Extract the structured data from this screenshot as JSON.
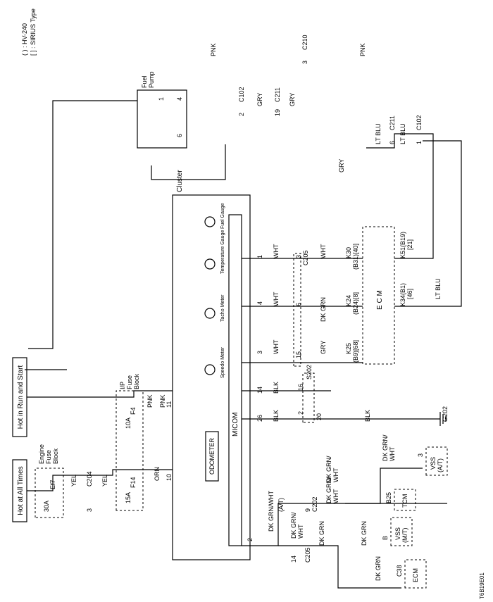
{
  "legend": {
    "round": "( ) : HV-240",
    "square": "[ ] : SIRIUS Type"
  },
  "sources": {
    "hot_at_all_times": "Hot at All Times",
    "hot_in_run_start": "Hot in Run and Start"
  },
  "engine_fuse_block": {
    "label_l1": "Engine",
    "label_l2": "Fuse",
    "label_l3": "Block",
    "fuse_id": "Ef7",
    "fuse_amp": "30A"
  },
  "ip_fuse_block": {
    "label_l1": "I/P",
    "label_l2": "Fuse",
    "label_l3": "Block",
    "f4_id": "F4",
    "f4_amp": "10A",
    "f14_id": "F14",
    "f14_amp": "15A"
  },
  "cluster": {
    "title": "Cluster",
    "micom": "MICOM",
    "odometer": "ODOMETER",
    "gauges": [
      "Fuel Gauge",
      "Temperature Gauge",
      "Tacho Meter",
      "Speedo Meter"
    ]
  },
  "connectors": {
    "c204": "C204",
    "c204_pin": "3",
    "c205": "C205",
    "c202": "C202",
    "c210": "C210",
    "c211": "C211",
    "c102": "C102",
    "s202": "S202",
    "g202": "G202",
    "c38": "C38"
  },
  "pins": {
    "cluster_10": "10",
    "cluster_11": "11",
    "cluster_26": "26",
    "cluster_14": "14",
    "cluster_3": "3",
    "cluster_4": "4",
    "cluster_1": "1",
    "cluster_2": "2",
    "c205_15": "15",
    "c205_6": "6",
    "c205_3": "3",
    "c205_14": "14",
    "s202_16": "16",
    "s202_2": "2",
    "s202_20": "20",
    "c202_9": "9",
    "c202_b25": "B25",
    "vss_at_3": "3",
    "vss_mt_b": "B",
    "c102_2": "2",
    "c211_19": "19",
    "c210_3": "3",
    "fp_1": "1",
    "fp_4": "4",
    "fp_6": "6",
    "c211_6": "6",
    "c102_1": "1"
  },
  "wires": {
    "yel": "YEL",
    "orn": "ORN",
    "pnk": "PNK",
    "blk": "BLK",
    "wht": "WHT",
    "gry": "GRY",
    "dk_grn": "DK GRN",
    "lt_blu": "LT BLU",
    "dk_grn_wht_l1": "DK GRN/",
    "dk_grn_wht_l2": "WHT",
    "dk_grn_wht_at": "DK GRN/WHT",
    "at": "(A/T)"
  },
  "ecm": {
    "label": "E C M",
    "k30_l1": "K30",
    "k30_l2": "(B31)[40]",
    "k24_l1": "K24",
    "k24_l2": "(B24)[8]",
    "k25_l1": "K25",
    "k25_l2": "(B9)[68]",
    "k51_l1": "K51(B19)",
    "k51_l2": "[21]",
    "k34_l1": "K34(B1)",
    "k34_l2": "[46]"
  },
  "fuel_pump": {
    "l1": "Fuel",
    "l2": "Pump"
  },
  "tcm": "TCM",
  "vss_at": {
    "l1": "VSS",
    "l2": "(A/T)"
  },
  "vss_mt": {
    "l1": "VSS",
    "l2": "(M/T)"
  },
  "ecm_small": "ECM",
  "figure_code": "T6B19E01"
}
